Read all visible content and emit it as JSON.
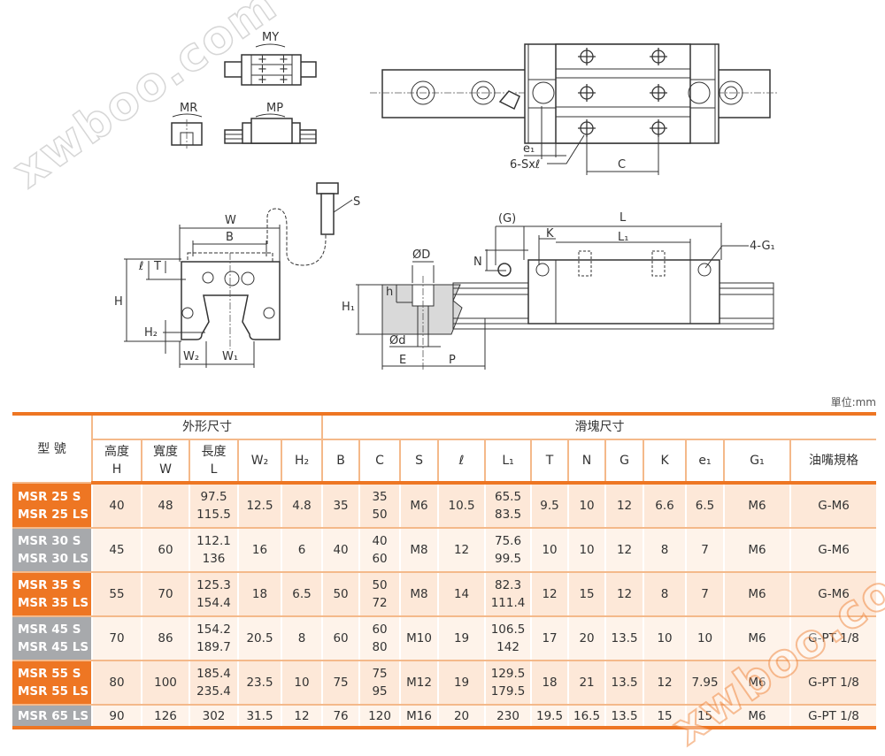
{
  "watermark": "xwboo.com",
  "diagram": {
    "moment_yaw": "MY",
    "moment_roll": "MR",
    "moment_pitch": "MP",
    "label_e1": "e₁",
    "label_screw_holes": "6-Sxℓ",
    "label_C": "C",
    "label_W": "W",
    "label_B": "B",
    "label_S": "S",
    "label_l": "ℓ",
    "label_T": "T",
    "label_H": "H",
    "label_H2": "H₂",
    "label_W2": "W₂",
    "label_W1": "W₁",
    "label_OD": "ØD",
    "label_h": "h",
    "label_H1": "H₁",
    "label_Od": "Ød",
    "label_E": "E",
    "label_P": "P",
    "label_G": "(G)",
    "label_L": "L",
    "label_K": "K",
    "label_L1": "L₁",
    "label_4G1": "4-G₁",
    "label_N": "N"
  },
  "table": {
    "unit": "單位:mm",
    "model_header": "型 號",
    "group_outer": "外形尺寸",
    "group_block": "滑塊尺寸",
    "columns": [
      {
        "top": "高度",
        "bottom": "H"
      },
      {
        "top": "寬度",
        "bottom": "W"
      },
      {
        "top": "長度",
        "bottom": "L"
      },
      {
        "top": "",
        "bottom": "W₂"
      },
      {
        "top": "",
        "bottom": "H₂"
      },
      {
        "top": "",
        "bottom": "B"
      },
      {
        "top": "",
        "bottom": "C"
      },
      {
        "top": "",
        "bottom": "S"
      },
      {
        "top": "",
        "bottom": "ℓ"
      },
      {
        "top": "",
        "bottom": "L₁"
      },
      {
        "top": "",
        "bottom": "T"
      },
      {
        "top": "",
        "bottom": "N"
      },
      {
        "top": "",
        "bottom": "G"
      },
      {
        "top": "",
        "bottom": "K"
      },
      {
        "top": "",
        "bottom": "e₁"
      },
      {
        "top": "",
        "bottom": "G₁"
      },
      {
        "top": "油嘴規格",
        "bottom": ""
      }
    ],
    "rows": [
      {
        "models": [
          "MSR 25 S",
          "MSR 25 LS"
        ],
        "model_color": "orange",
        "values": [
          "40",
          "48",
          [
            "97.5",
            "115.5"
          ],
          "12.5",
          "4.8",
          "35",
          [
            "35",
            "50"
          ],
          "M6",
          "10.5",
          [
            "65.5",
            "83.5"
          ],
          "9.5",
          "10",
          "12",
          "6.6",
          "6.5",
          "M6",
          "G-M6"
        ]
      },
      {
        "models": [
          "MSR 30 S",
          "MSR 30 LS"
        ],
        "model_color": "grey",
        "values": [
          "45",
          "60",
          [
            "112.1",
            "136"
          ],
          "16",
          "6",
          "40",
          [
            "40",
            "60"
          ],
          "M8",
          "12",
          [
            "75.6",
            "99.5"
          ],
          "10",
          "10",
          "12",
          "8",
          "7",
          "M6",
          "G-M6"
        ]
      },
      {
        "models": [
          "MSR 35 S",
          "MSR 35 LS"
        ],
        "model_color": "orange",
        "values": [
          "55",
          "70",
          [
            "125.3",
            "154.4"
          ],
          "18",
          "6.5",
          "50",
          [
            "50",
            "72"
          ],
          "M8",
          "14",
          [
            "82.3",
            "111.4"
          ],
          "12",
          "15",
          "12",
          "8",
          "7",
          "M6",
          "G-M6"
        ]
      },
      {
        "models": [
          "MSR 45 S",
          "MSR 45 LS"
        ],
        "model_color": "grey",
        "values": [
          "70",
          "86",
          [
            "154.2",
            "189.7"
          ],
          "20.5",
          "8",
          "60",
          [
            "60",
            "80"
          ],
          "M10",
          "19",
          [
            "106.5",
            "142"
          ],
          "17",
          "20",
          "13.5",
          "10",
          "10",
          "M6",
          "G-PT 1/8"
        ]
      },
      {
        "models": [
          "MSR 55 S",
          "MSR 55 LS"
        ],
        "model_color": "orange",
        "values": [
          "80",
          "100",
          [
            "185.4",
            "235.4"
          ],
          "23.5",
          "10",
          "75",
          [
            "75",
            "95"
          ],
          "M12",
          "19",
          [
            "129.5",
            "179.5"
          ],
          "18",
          "21",
          "13.5",
          "12",
          "7.95",
          "M6",
          "G-PT 1/8"
        ]
      },
      {
        "models": [
          "MSR 65 LS"
        ],
        "model_color": "grey",
        "values": [
          "90",
          "126",
          "302",
          "31.5",
          "12",
          "76",
          "120",
          "M16",
          "20",
          "230",
          "19.5",
          "16.5",
          "13.5",
          "15",
          "15",
          "M6",
          "G-PT 1/8"
        ]
      }
    ]
  },
  "colors": {
    "accent": "#ee7623",
    "grey": "#a7a9ac",
    "row_odd": "#fde8d8",
    "row_even": "#fef3ea"
  }
}
